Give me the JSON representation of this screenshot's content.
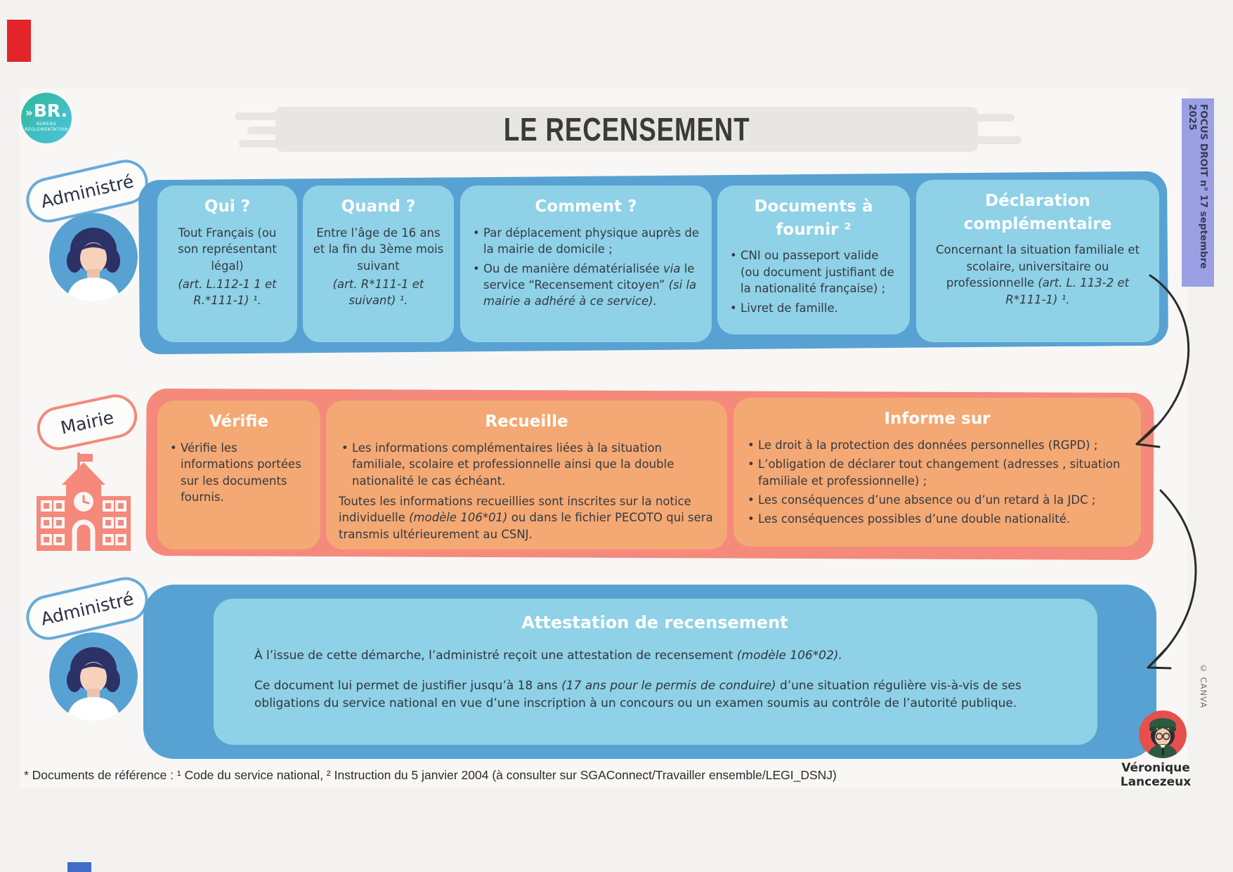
{
  "page": {
    "title": "LE RECENSEMENT",
    "ribbon": "FOCUS DROIT n° 17 septembre 2025",
    "footer": "* Documents de référence : ¹ Code du service national, ² Instruction du 5 janvier 2004 (à consulter sur SGAConnect/Travailler ensemble/LEGI_DSNJ)",
    "credit": "Véronique Lancezeux",
    "canva": "© CANVA"
  },
  "logo": {
    "text": "BR.",
    "chevrons": "»",
    "sub1": "BUREAU",
    "sub2": "RÉGLEMENTATION"
  },
  "colors": {
    "band_blue": "#57a2d2",
    "card_blue": "#8fd1e7",
    "band_salmon": "#f5897b",
    "card_orange": "#f4a873",
    "ribbon_purple": "#9aa0e3",
    "text_dark": "#333a42"
  },
  "icons": {
    "administre_avatar": "person-avatar",
    "mairie_building": "town-hall-icon",
    "credit_avatar": "officer-avatar",
    "flow_arrows": "hand-drawn-curved-arrows"
  },
  "row1": {
    "label": "Administré",
    "qui": {
      "title": "Qui ?",
      "p1": "Tout Français (ou son représentant légal)",
      "p2": "(art. L.112-1 1 et R.*111-1) ¹."
    },
    "quand": {
      "title": "Quand ?",
      "p1": "Entre l’âge de 16 ans et la fin du 3ème mois suivant",
      "p2": "(art. R*111-1 et suivant) ¹."
    },
    "comment": {
      "title": "Comment ?",
      "b1": "Par déplacement physique auprès de la mairie de domicile ;",
      "b2a": "Ou de manière dématérialisée ",
      "b2b": "via",
      "b2c": " le service “Recensement citoyen” ",
      "b2d": "(si la mairie a adhéré à ce service)."
    },
    "documents": {
      "title": "Documents à fournir ²",
      "b1": "CNI ou passeport valide (ou document justifiant de la nationalité française) ;",
      "b2": "Livret de famille."
    },
    "declaration": {
      "title1": "Déclaration",
      "title2": "complémentaire",
      "p1": "Concernant la situation familiale et scolaire, universitaire ou professionnelle ",
      "p2": "(art. L. 113-2 et R*111-1) ¹."
    }
  },
  "row2": {
    "label": "Mairie",
    "verifie": {
      "title": "Vérifie",
      "b1": "Vérifie les informations portées sur les documents fournis."
    },
    "recueille": {
      "title": "Recueille",
      "b1": "Les informations complémentaires liées à la situation familiale, scolaire et professionnelle ainsi que la double nationalité le cas échéant.",
      "p2a": "Toutes les informations recueillies sont inscrites sur la notice individuelle ",
      "p2b": "(modèle 106*01)",
      "p2c": " ou dans le fichier PECOTO qui sera transmis ultérieurement au CSNJ."
    },
    "informe": {
      "title": "Informe sur",
      "b1": "Le droit à la protection des données personnelles (RGPD) ;",
      "b2": "L’obligation de déclarer tout changement (adresses , situation familiale et professionnelle) ;",
      "b3": "Les conséquences d’une absence ou d’un retard à la JDC ;",
      "b4": "Les conséquences possibles d’une double nationalité."
    }
  },
  "row3": {
    "label": "Administré",
    "attestation": {
      "title": "Attestation de recensement",
      "l1a": "À l’issue de cette démarche, l’administré reçoit une attestation de recensement ",
      "l1b": "(modèle 106*02).",
      "l2a": "Ce document lui permet de justifier jusqu’à 18 ans ",
      "l2b": "(17 ans pour le permis de conduire)",
      "l2c": " d’une situation régulière vis-à-vis de ses obligations du service national en vue d’une inscription à un concours ou un examen soumis au contrôle de l’autorité publique."
    }
  }
}
